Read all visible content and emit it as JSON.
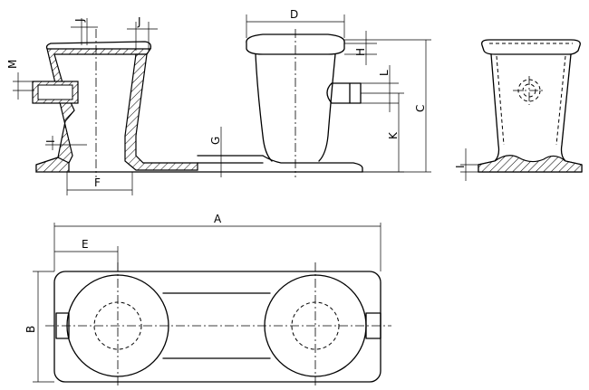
{
  "dimension_labels": {
    "A": "A",
    "B": "B",
    "C": "C",
    "D": "D",
    "E": "E",
    "F": "F",
    "G": "G",
    "H": "H",
    "I": "I",
    "J1": "J",
    "J2": "J",
    "K": "K",
    "L": "L",
    "M": "M",
    "I2": "I"
  }
}
